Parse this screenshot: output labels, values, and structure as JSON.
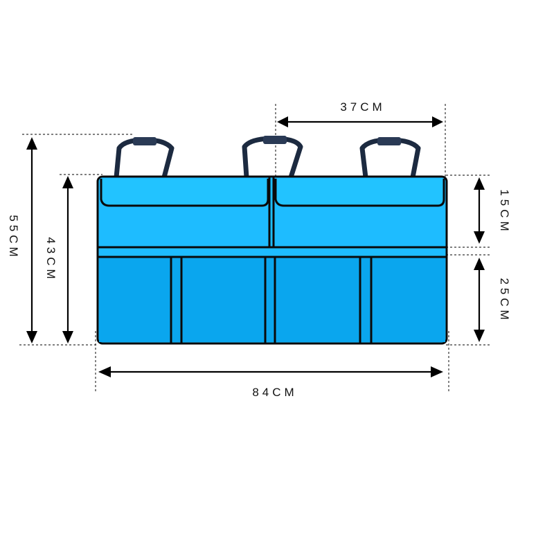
{
  "banner": {
    "text": ""
  },
  "dimensions": {
    "total_height": "55CM",
    "body_height": "43CM",
    "top_pocket_width": "37CM",
    "top_pocket_height": "15CM",
    "bottom_pocket_height": "25CM",
    "total_width": "84CM"
  },
  "colors": {
    "organizer_light": "#1ebcff",
    "organizer_dark": "#0aa6ee",
    "strap": "#1c2a40",
    "outline": "#0a0a0a",
    "arrow": "#000000"
  },
  "icons": {
    "strap": "hanging-strap-icon"
  }
}
